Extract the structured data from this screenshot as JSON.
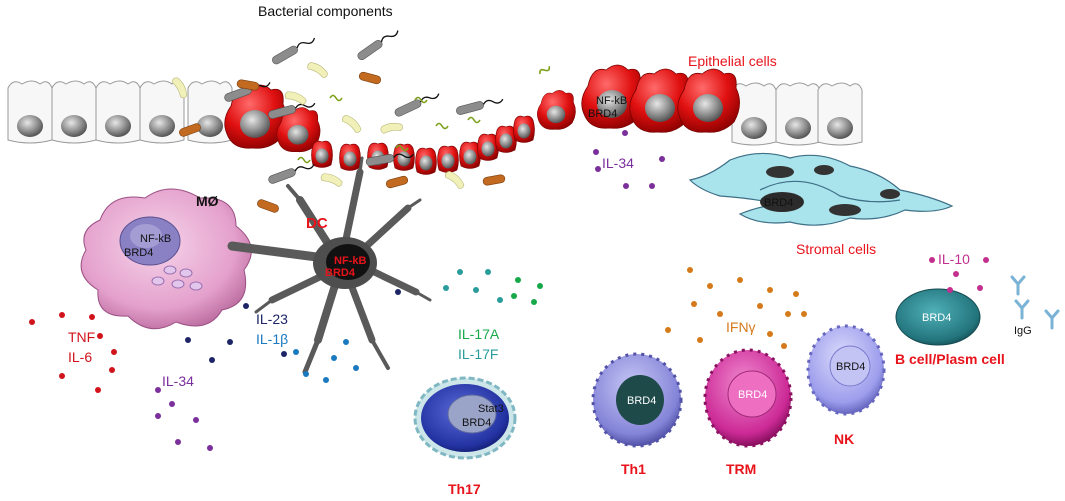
{
  "title": "Bacterial components",
  "cells": {
    "epithelial": {
      "label": "Epithelial cells",
      "nfkb": "NF-kB",
      "brd4": "BRD4"
    },
    "macrophage": {
      "label": "MØ",
      "nfkb": "NF-kB",
      "brd4": "BRD4"
    },
    "dc": {
      "label": "DC",
      "nfkb": "NF-kB",
      "brd4": "BRD4"
    },
    "stromal": {
      "label": "Stromal cells",
      "brd4": "BRD4"
    },
    "th17": {
      "label": "Th17",
      "stat3": "Stat3",
      "brd4": "BRD4"
    },
    "th1": {
      "label": "Th1",
      "brd4": "BRD4"
    },
    "trm": {
      "label": "TRM",
      "brd4": "BRD4"
    },
    "nk": {
      "label": "NK",
      "brd4": "BRD4"
    },
    "bcell": {
      "label": "B cell/Plasm cell",
      "brd4": "BRD4"
    }
  },
  "cytokines": {
    "il34_top": "IL-34",
    "il34_left": "IL-34",
    "tnf": "TNF",
    "il6": "IL-6",
    "il23": "IL-23",
    "il1b": "IL-1β",
    "il17a": "IL-17A",
    "il17f": "IL-17F",
    "ifng": "IFNγ",
    "il10": "IL-10",
    "igg": "IgG"
  },
  "colors": {
    "label_red": "#e8131b",
    "nucleus_text": "#111111",
    "il34": "#7b2f9b",
    "tnf": "#d1141b",
    "il23": "#1d2566",
    "il1b": "#1b79bf",
    "il17a": "#17a84a",
    "il17f": "#2a9c9c",
    "ifng": "#d57a1a",
    "il10": "#c22f8f",
    "macrophage": "#e9a9d2",
    "dc": "#555555",
    "stromal": "#a9e3ec",
    "th17": "#2b3aa3",
    "th1": "#8f8fe0",
    "trm": "#d43aa0",
    "nk": "#a6a6f0",
    "bcell": "#2a7f87"
  }
}
